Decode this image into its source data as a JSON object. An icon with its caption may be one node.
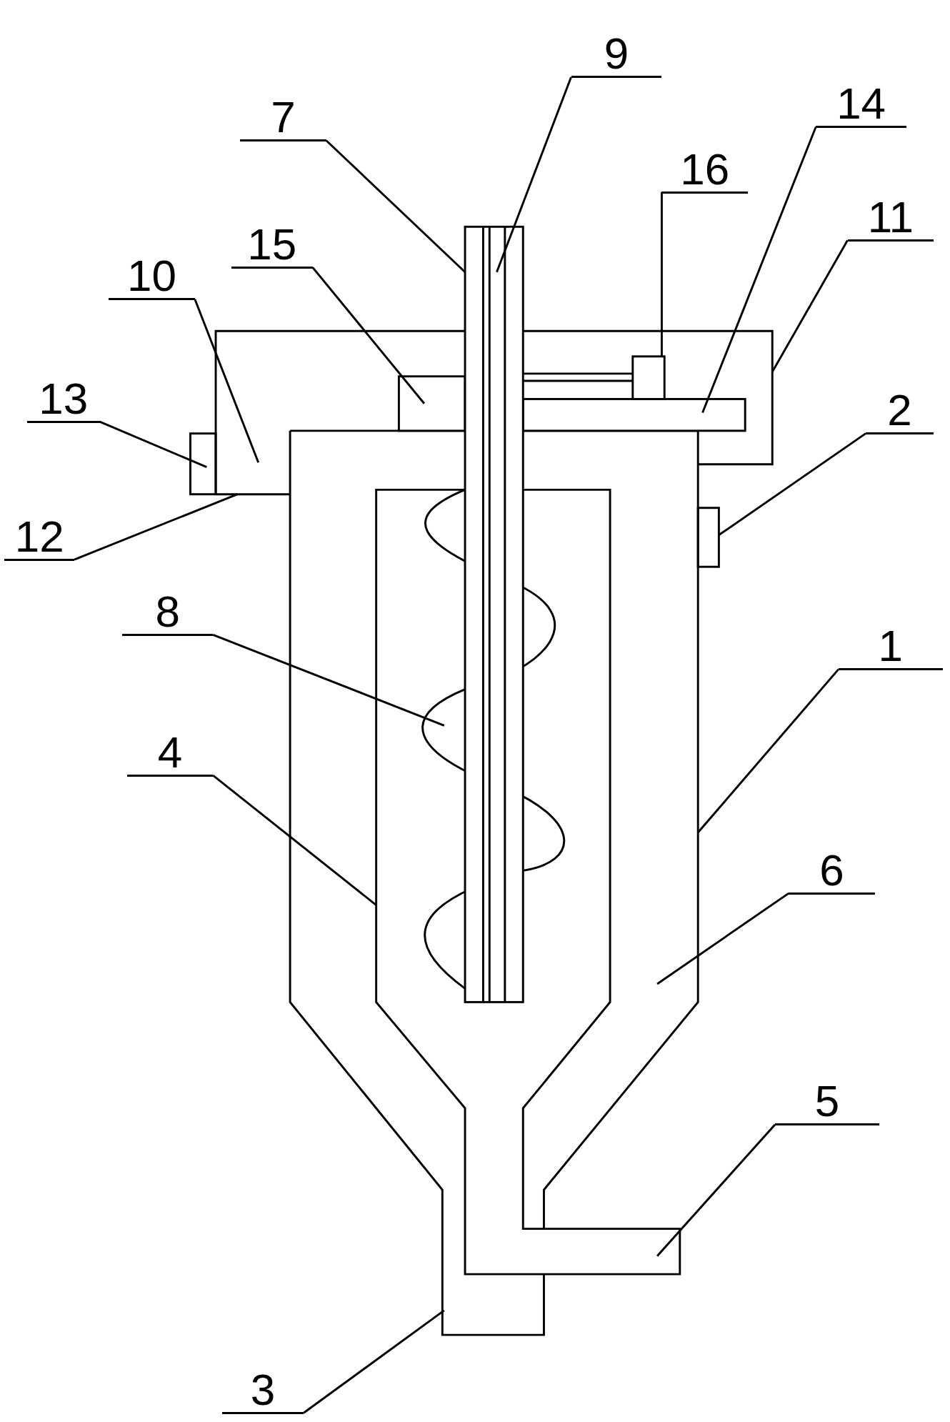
{
  "diagram": {
    "nodes": [
      {
        "text": [
          "9"
        ]
      },
      {
        "text": [
          "7"
        ]
      },
      {
        "text": [
          "14"
        ]
      },
      {
        "text": [
          "16"
        ]
      },
      {
        "text": [
          "11"
        ]
      },
      {
        "text": [
          "15"
        ]
      },
      {
        "text": [
          "10"
        ]
      },
      {
        "text": [
          "13"
        ]
      },
      {
        "text": [
          "2"
        ]
      },
      {
        "text": [
          "12"
        ]
      },
      {
        "text": [
          "8"
        ]
      },
      {
        "text": [
          "1"
        ]
      },
      {
        "text": [
          "4"
        ]
      },
      {
        "text": [
          "6"
        ]
      },
      {
        "text": [
          "5"
        ]
      },
      {
        "text": [
          "3"
        ]
      }
    ],
    "edges": [
      {
        "from": 0,
        "to": null,
        "arrow": "none"
      },
      {
        "from": 1,
        "to": null,
        "arrow": "none"
      },
      {
        "from": 2,
        "to": null,
        "arrow": "none"
      },
      {
        "from": 3,
        "to": null,
        "arrow": "none"
      },
      {
        "from": 4,
        "to": null,
        "arrow": "none"
      },
      {
        "from": 5,
        "to": null,
        "arrow": "none"
      },
      {
        "from": 6,
        "to": null,
        "arrow": "none"
      },
      {
        "from": 7,
        "to": null,
        "arrow": "none"
      },
      {
        "from": 8,
        "to": null,
        "arrow": "none"
      },
      {
        "from": 9,
        "to": null,
        "arrow": "none"
      },
      {
        "from": 10,
        "to": null,
        "arrow": "none"
      },
      {
        "from": 11,
        "to": null,
        "arrow": "none"
      },
      {
        "from": 12,
        "to": null,
        "arrow": "none"
      },
      {
        "from": 13,
        "to": null,
        "arrow": "none"
      },
      {
        "from": 14,
        "to": null,
        "arrow": "none"
      },
      {
        "from": 15,
        "to": null,
        "arrow": "none"
      }
    ]
  }
}
